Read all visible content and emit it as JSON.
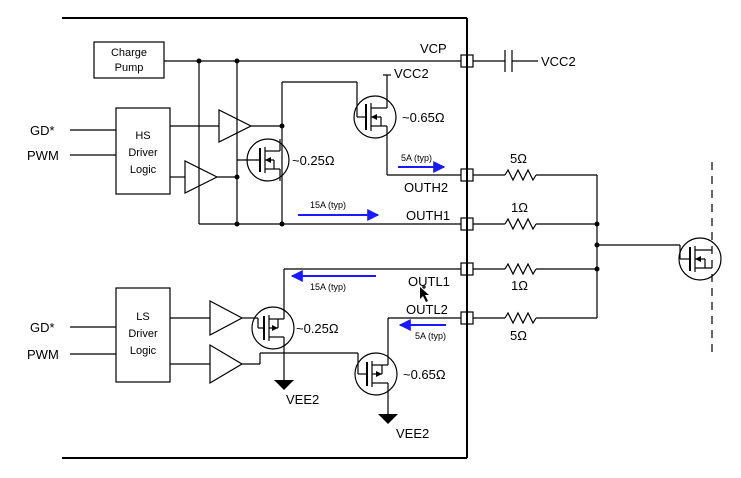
{
  "blocks": {
    "charge_pump": [
      "Charge",
      "Pump"
    ],
    "hs_driver": [
      "HS",
      "Driver",
      "Logic"
    ],
    "ls_driver": [
      "LS",
      "Driver",
      "Logic"
    ]
  },
  "inputs": {
    "hs_gd": "GD*",
    "hs_pwm": "PWM",
    "ls_gd": "GD*",
    "ls_pwm": "PWM"
  },
  "pins": {
    "vcp": "VCP",
    "outh2": "OUTH2",
    "outh1": "OUTH1",
    "outl1": "OUTL1",
    "outl2": "OUTL2"
  },
  "supplies": {
    "vcc2_external": "VCC2",
    "vcc2_internal": "VCC2",
    "vee2_upper": "VEE2",
    "vee2_lower": "VEE2"
  },
  "resistances": {
    "hs_main": "~0.65Ω",
    "hs_small": "~0.25Ω",
    "ls_small": "~0.25Ω",
    "ls_main": "~0.65Ω"
  },
  "resistors": {
    "outh2": "5Ω",
    "outh1": "1Ω",
    "outl1": "1Ω",
    "outl2": "5Ω"
  },
  "currents": {
    "outh2": "5A (typ)",
    "outh1": "15A (typ)",
    "outl1": "15A (typ)",
    "outl2": "5A (typ)"
  },
  "colors": {
    "current_arrow": "#1a1aff",
    "wire": "#000000"
  }
}
